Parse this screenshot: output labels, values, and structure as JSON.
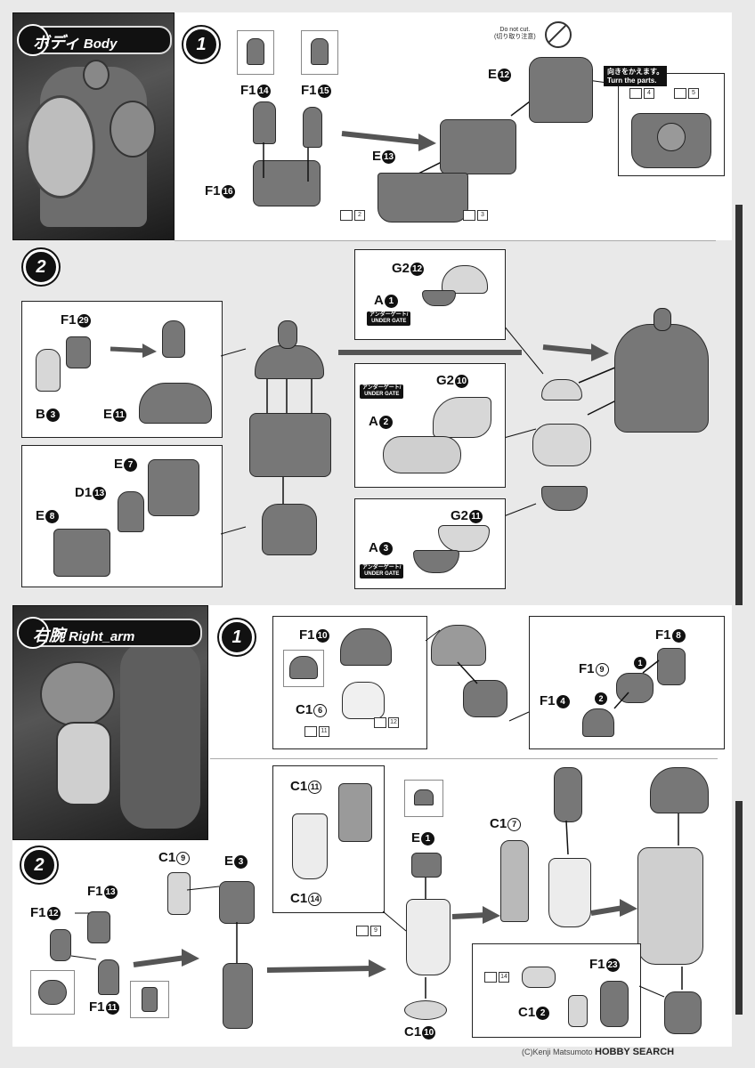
{
  "sections": {
    "body": {
      "title_jp": "ボディ",
      "title_en": "Body"
    },
    "right_arm": {
      "title_jp": "右腕",
      "title_en": "Right_arm"
    }
  },
  "steps": {
    "one": "1",
    "two": "2"
  },
  "body_step1": {
    "do_not_cut_en": "Do not cut.",
    "do_not_cut_jp": "(切り取り注意)",
    "turn_jp": "向きをかえます。",
    "turn_en": "Turn the parts.",
    "parts": {
      "f14": {
        "letter": "F1",
        "num": "14"
      },
      "f15": {
        "letter": "F1",
        "num": "15"
      },
      "f16": {
        "letter": "F1",
        "num": "16"
      },
      "e12": {
        "letter": "E",
        "num": "12"
      },
      "e13": {
        "letter": "E",
        "num": "13"
      }
    },
    "cut_marks": {
      "c2": "2",
      "c3": "3",
      "c4": "4",
      "c5": "5"
    }
  },
  "body_step2": {
    "under_gate_jp": "アンダーゲート/",
    "under_gate_en": "UNDER GATE",
    "parts": {
      "f129": {
        "letter": "F1",
        "num": "29"
      },
      "b3": {
        "letter": "B",
        "num": "3"
      },
      "e11": {
        "letter": "E",
        "num": "11"
      },
      "e7": {
        "letter": "E",
        "num": "7"
      },
      "d113": {
        "letter": "D1",
        "num": "13"
      },
      "e8": {
        "letter": "E",
        "num": "8"
      },
      "g212": {
        "letter": "G2",
        "num": "12"
      },
      "a1": {
        "letter": "A",
        "num": "1"
      },
      "g210": {
        "letter": "G2",
        "num": "10"
      },
      "a2": {
        "letter": "A",
        "num": "2"
      },
      "g211": {
        "letter": "G2",
        "num": "11"
      },
      "a3": {
        "letter": "A",
        "num": "3"
      }
    }
  },
  "arm_step1": {
    "parts": {
      "f110": {
        "letter": "F1",
        "num": "10"
      },
      "c16": {
        "letter": "C1",
        "num": "6"
      },
      "f18": {
        "letter": "F1",
        "num": "8"
      },
      "f19": {
        "letter": "F1",
        "num": "9"
      },
      "f14": {
        "letter": "F1",
        "num": "4"
      }
    },
    "cut_marks": {
      "c11": "11",
      "c12": "12"
    },
    "order": {
      "first": "1",
      "second": "2"
    }
  },
  "arm_step2": {
    "parts": {
      "f113": {
        "letter": "F1",
        "num": "13"
      },
      "f112": {
        "letter": "F1",
        "num": "12"
      },
      "f111": {
        "letter": "F1",
        "num": "11"
      },
      "c19": {
        "letter": "C1",
        "num": "9"
      },
      "e3": {
        "letter": "E",
        "num": "3"
      },
      "c111": {
        "letter": "C1",
        "num": "11"
      },
      "c114": {
        "letter": "C1",
        "num": "14"
      },
      "e1": {
        "letter": "E",
        "num": "1"
      },
      "c110": {
        "letter": "C1",
        "num": "10"
      },
      "c17": {
        "letter": "C1",
        "num": "7"
      },
      "f123": {
        "letter": "F1",
        "num": "23"
      },
      "c12": {
        "letter": "C1",
        "num": "2"
      }
    },
    "cut_marks": {
      "c9": "9",
      "c14": "14"
    }
  },
  "footer": {
    "credit": "(C)Kenji Matsumoto",
    "logo": "HOBBY SEARCH"
  }
}
